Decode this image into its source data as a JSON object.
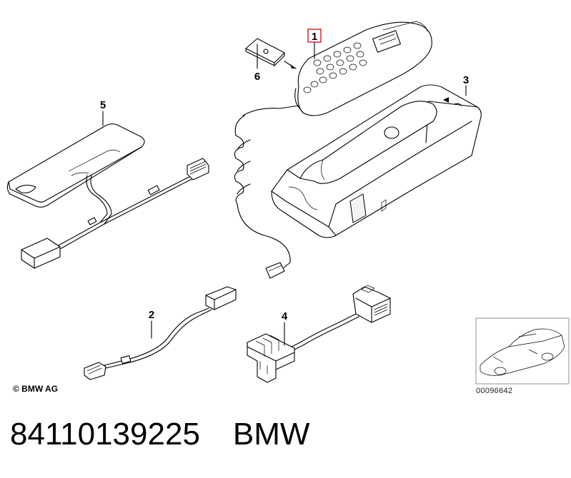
{
  "callouts": {
    "c1": "1",
    "c2": "2",
    "c3": "3",
    "c4": "4",
    "c5": "5",
    "c6": "6"
  },
  "highlight_color": "#d9262c",
  "copyright": "© BMW AG",
  "reference_number": "00096642",
  "footer": {
    "part_number": "84110139225",
    "brand": "BMW"
  }
}
